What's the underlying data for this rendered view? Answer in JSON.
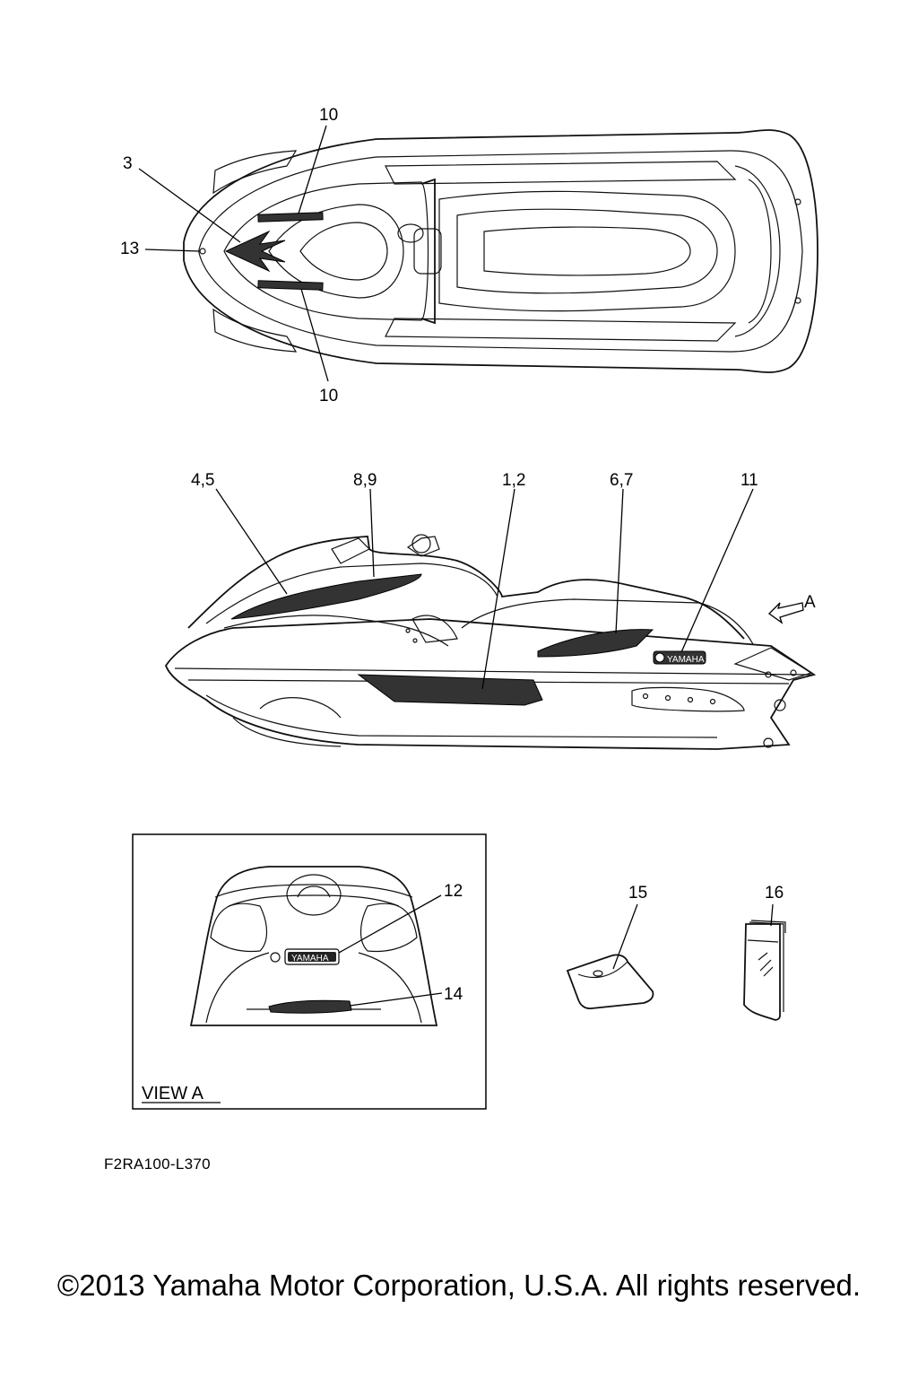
{
  "callouts": {
    "top_10_upper": "10",
    "top_3": "3",
    "top_13": "13",
    "top_10_lower": "10",
    "side_4_5": "4,5",
    "side_8_9": "8,9",
    "side_1_2": "1,2",
    "side_6_7": "6,7",
    "side_11": "11",
    "view_arrow_a": "A",
    "rear_12": "12",
    "rear_14": "14",
    "part_15": "15",
    "part_16": "16"
  },
  "view_a": {
    "label": "VIEW A"
  },
  "decal_text": {
    "yamaha_side": "YAMAHA",
    "yamaha_rear": "YAMAHA"
  },
  "footer": {
    "drawing_code": "F2RA100-L370",
    "copyright": "©2013 Yamaha Motor Corporation, U.S.A. All rights reserved."
  }
}
